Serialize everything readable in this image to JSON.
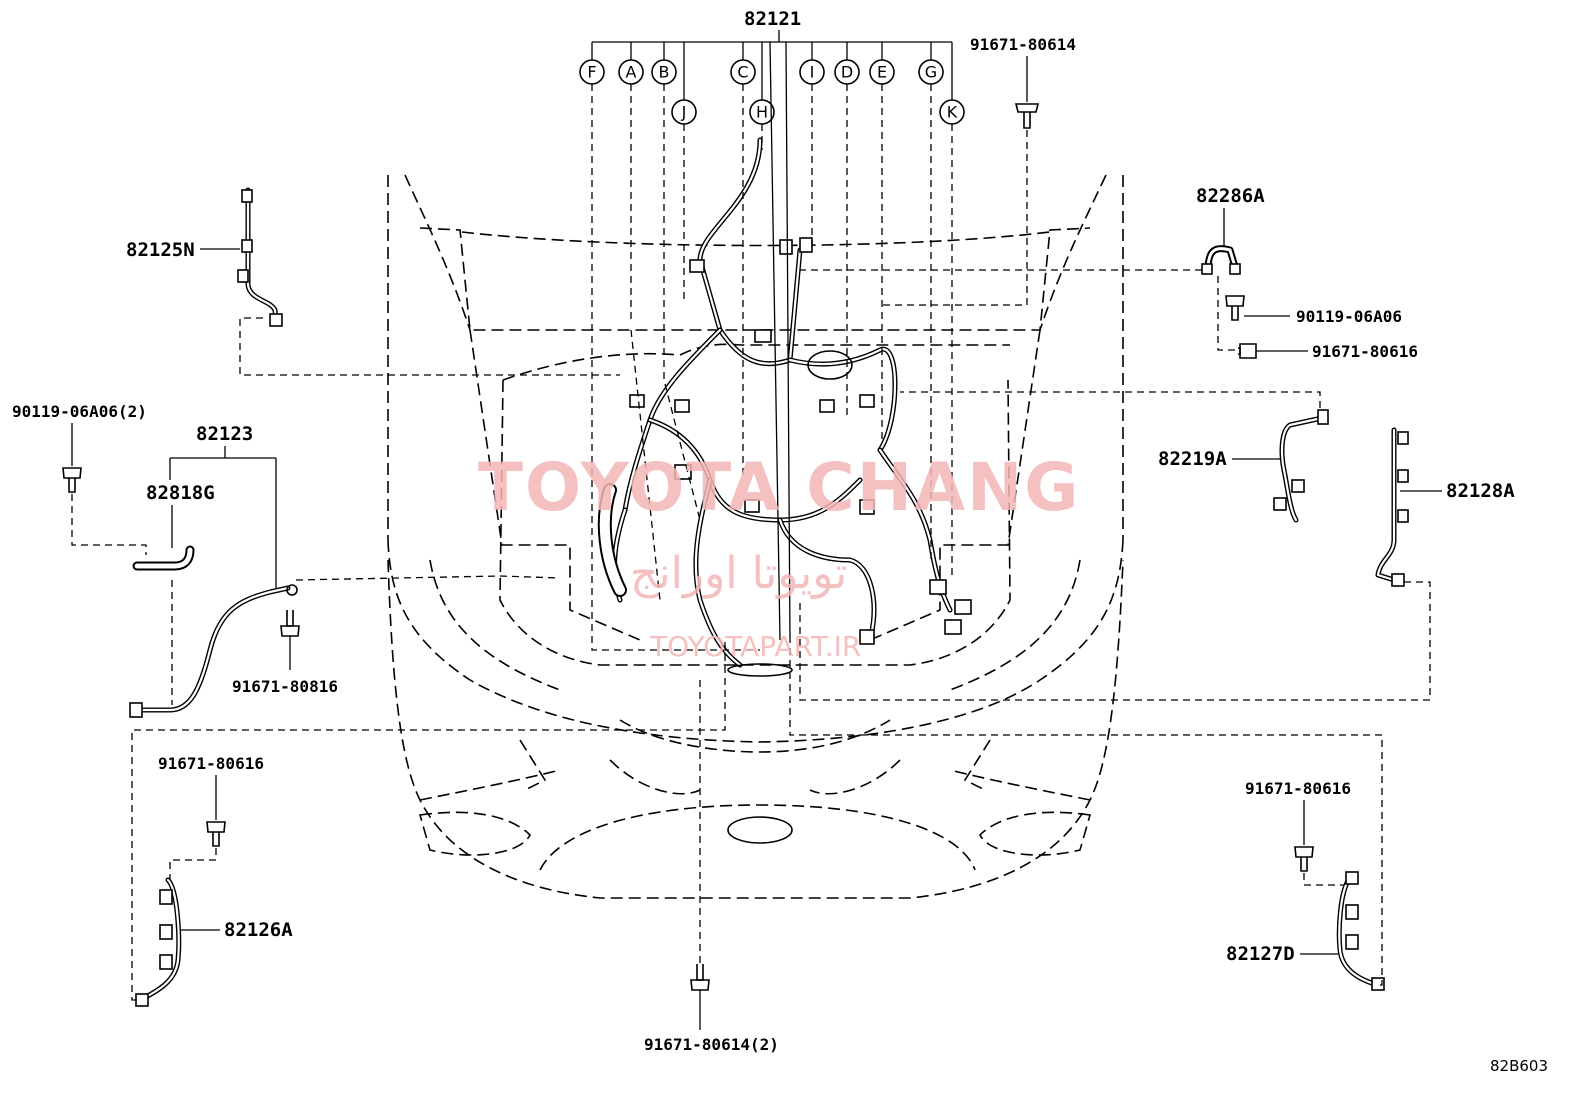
{
  "diagram": {
    "code": "82B603",
    "main_harness": "82121",
    "branch_letters": [
      "F",
      "A",
      "B",
      "J",
      "C",
      "H",
      "I",
      "D",
      "E",
      "G",
      "K"
    ],
    "parts": {
      "p82125N": "82125N",
      "p82123": "82123",
      "p82818G": "82818G",
      "p82286A": "82286A",
      "p82219A": "82219A",
      "p82128A": "82128A",
      "p82126A": "82126A",
      "p82127D": "82127D"
    },
    "bolts": {
      "b_top": "91671-80614",
      "b_left_top": "90119-06A06(2)",
      "b_82123": "91671-80816",
      "b_82286_1": "90119-06A06",
      "b_82286_2": "91671-80616",
      "b_82126": "91671-80616",
      "b_82127": "91671-80616",
      "b_bottom": "91671-80614(2)"
    },
    "watermark": {
      "main": "TOYOTA CHANG",
      "arabic": "تويوتا اورانج",
      "sub": "TOYOTAPART.IR"
    }
  }
}
